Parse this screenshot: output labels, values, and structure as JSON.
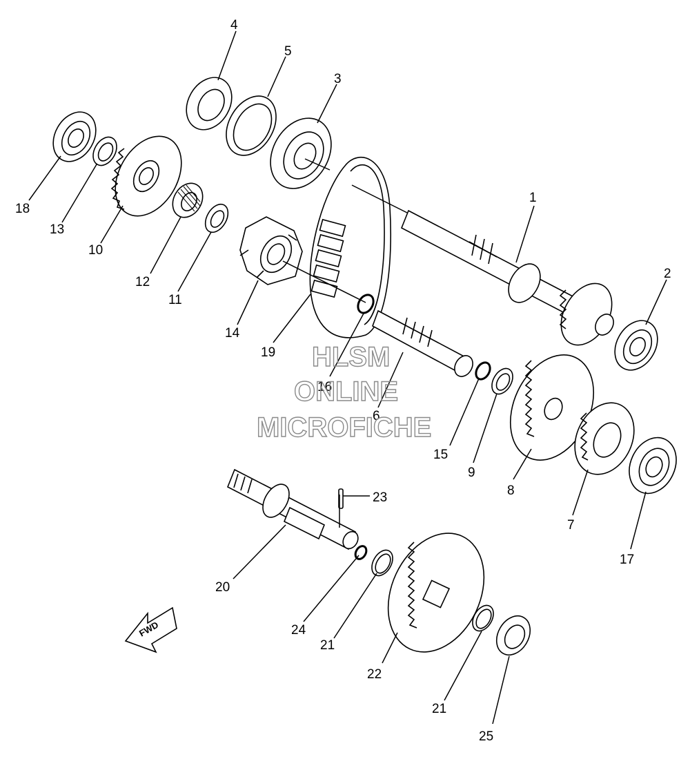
{
  "diagram": {
    "callouts": [
      "1",
      "2",
      "3",
      "4",
      "5",
      "6",
      "7",
      "8",
      "9",
      "10",
      "11",
      "12",
      "13",
      "14",
      "15",
      "16",
      "17",
      "18",
      "19",
      "20",
      "21",
      "21",
      "22",
      "23",
      "24",
      "25"
    ],
    "fwd_label": "FWD",
    "watermark": [
      "HLSM",
      "ONLINE",
      "MICROFICHE"
    ]
  }
}
